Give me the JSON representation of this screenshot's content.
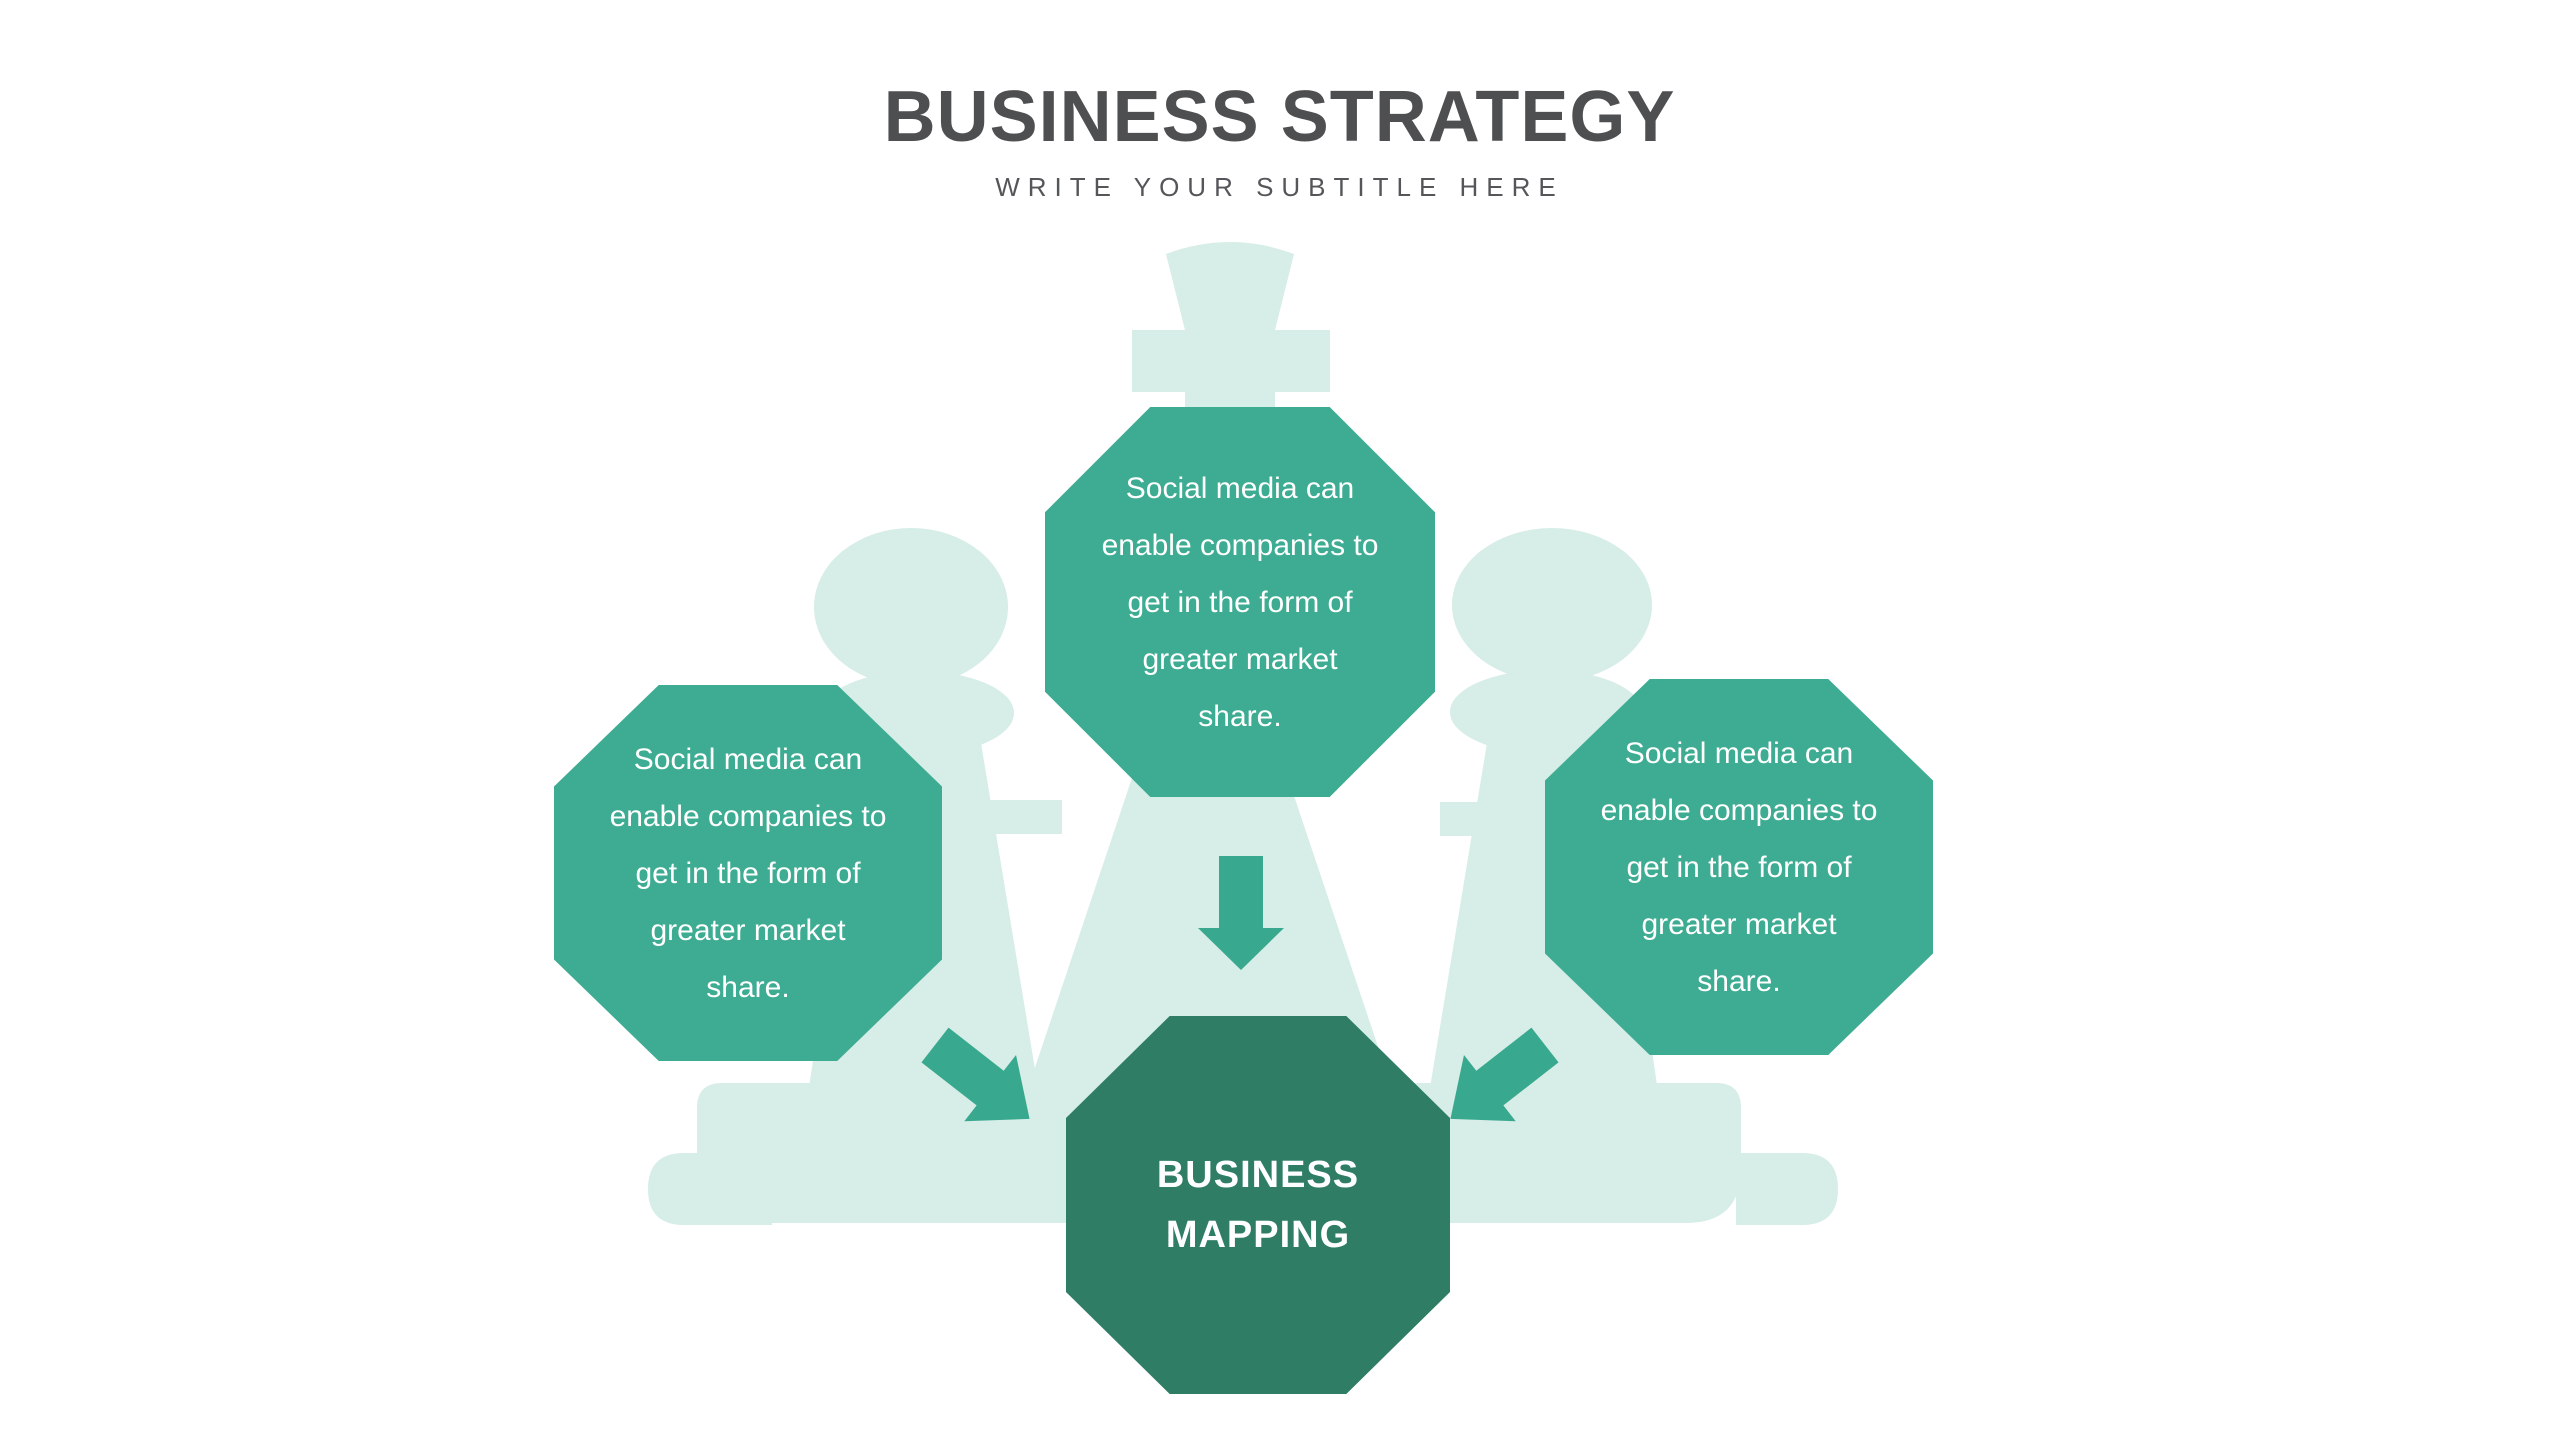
{
  "slide": {
    "title": "BUSINESS STRATEGY",
    "subtitle": "WRITE YOUR SUBTITLE HERE"
  },
  "diagram": {
    "satellites": [
      {
        "position": "top",
        "text": "Social media can enable companies to get in the form of greater market share."
      },
      {
        "position": "left",
        "text": "Social media can enable companies to get in the form of greater market share."
      },
      {
        "position": "right",
        "text": "Social media can enable companies to get in the form of greater market share."
      }
    ],
    "center": {
      "label": "BUSINESS MAPPING"
    },
    "background_icons": [
      "chess-king-icon",
      "chess-pawn-left-icon",
      "chess-pawn-right-icon",
      "chess-base-platform"
    ],
    "arrow_icons": [
      "arrow-down-icon",
      "arrow-down-right-icon",
      "arrow-down-left-icon"
    ]
  },
  "colors": {
    "octagon-teal": "#3DAC92",
    "octagon-dark": "#2E7D64",
    "mint": "#D7EDE7",
    "arrow-teal": "#38A98E",
    "title-color": "#4E4F51",
    "subtitle-color": "#55565A",
    "octagon-text": "#FFFFFF",
    "background": "#FFFFFF"
  }
}
